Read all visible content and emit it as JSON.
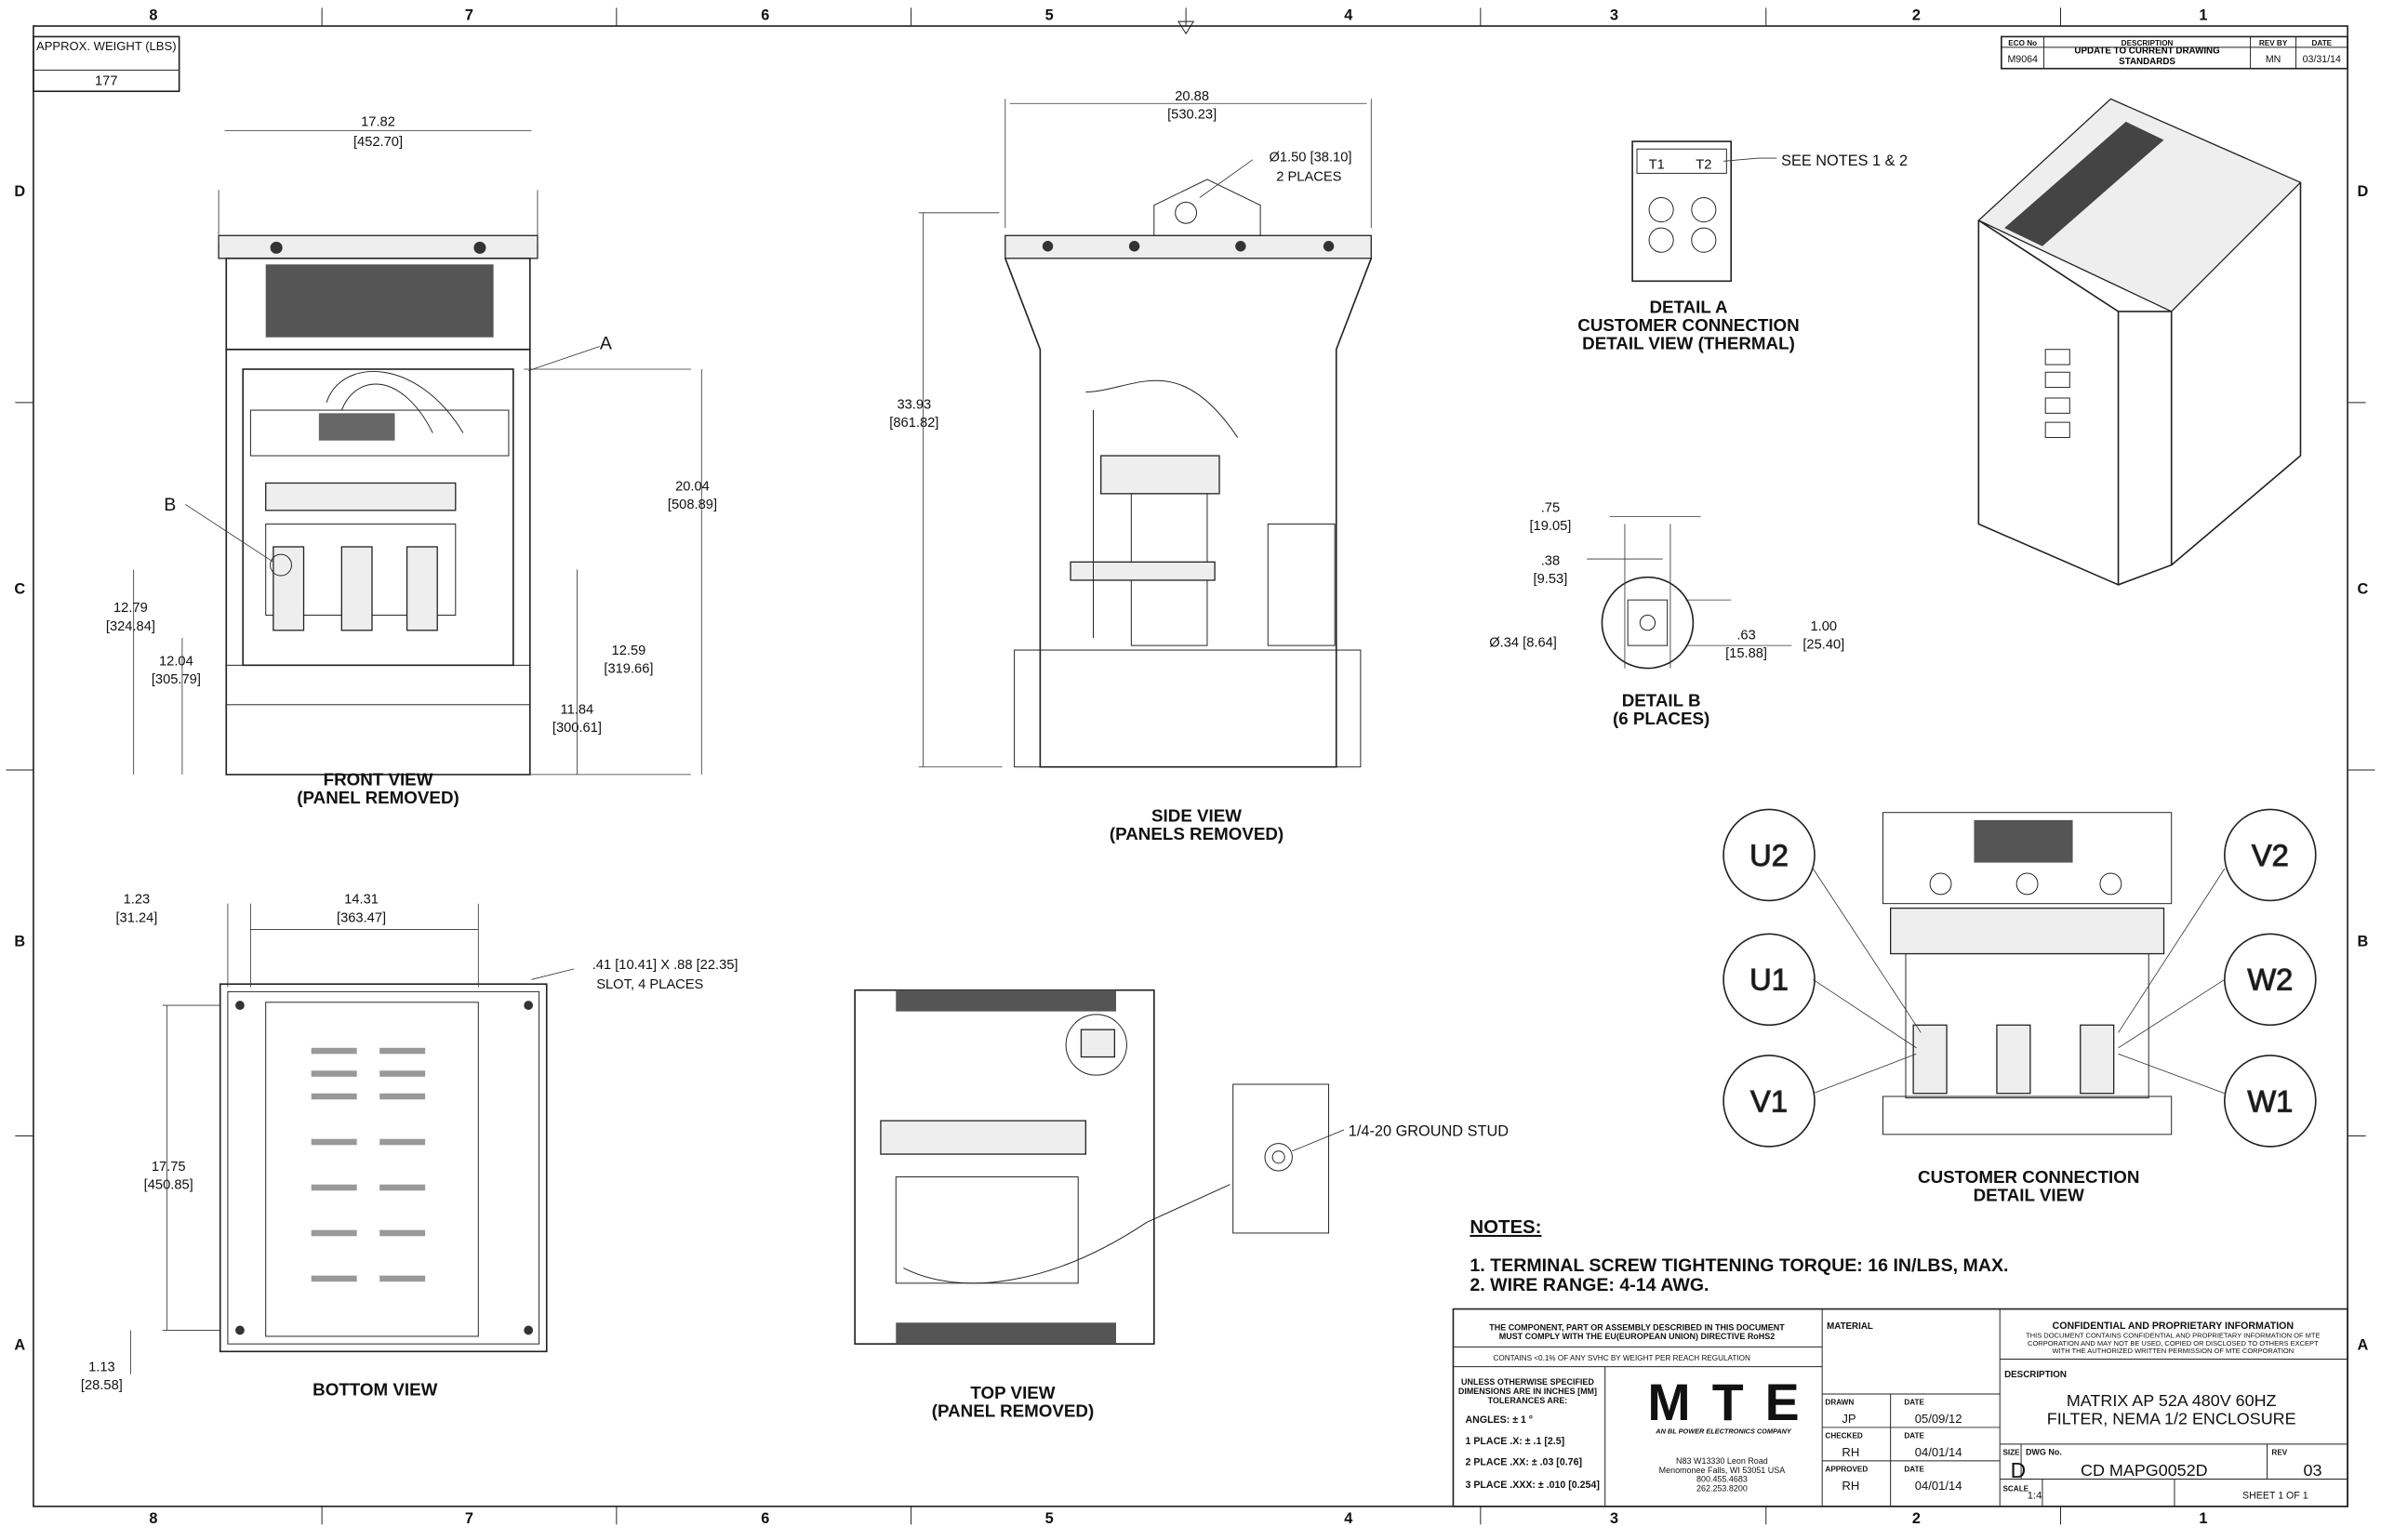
{
  "zones": {
    "cols": [
      "8",
      "7",
      "6",
      "5",
      "4",
      "3",
      "2",
      "1"
    ],
    "rows": [
      "D",
      "C",
      "B",
      "A"
    ]
  },
  "weight": {
    "label": "APPROX. WEIGHT (LBS)",
    "value": "177"
  },
  "revision": {
    "headers": [
      "ECO No",
      "DESCRIPTION",
      "REV BY",
      "DATE"
    ],
    "row": [
      "M9064",
      "UPDATE TO CURRENT DRAWING STANDARDS",
      "MN",
      "03/31/14"
    ]
  },
  "front_view": {
    "title": "FRONT VIEW",
    "subtitle": "(PANEL REMOVED)",
    "callout_a": "A",
    "callout_b": "B",
    "dims": [
      "17.82",
      "[452.70]",
      "20.04",
      "[508.89]",
      "12.79",
      "[324.84]",
      "12.04",
      "[305.79]",
      "12.59",
      "[319.66]",
      "11.84",
      "[300.61]"
    ]
  },
  "side_view": {
    "title": "SIDE VIEW",
    "subtitle": "(PANELS REMOVED)",
    "dims": [
      "20.88",
      "[530.23]",
      "33.93",
      "[861.82]",
      "Ø1.50 [38.10]",
      "2 PLACES"
    ]
  },
  "detail_a": {
    "lines": [
      "DETAIL A",
      "CUSTOMER CONNECTION",
      "DETAIL VIEW (THERMAL)"
    ],
    "t1": "T1",
    "t2": "T2",
    "note": "SEE NOTES 1 & 2"
  },
  "detail_b": {
    "lines": [
      "DETAIL B",
      "(6 PLACES)"
    ],
    "dims": [
      ".75",
      "[19.05]",
      ".38",
      "[9.53]",
      "Ø.34 [8.64]",
      ".63",
      "[15.88]",
      "1.00",
      "[25.40]"
    ]
  },
  "bottom_view": {
    "title": "BOTTOM VIEW",
    "dims": [
      "1.23",
      "[31.24]",
      "14.31",
      "[363.47]",
      ".41 [10.41] X .88 [22.35]",
      "SLOT, 4 PLACES",
      "17.75",
      "[450.85]",
      "1.13",
      "[28.58]"
    ]
  },
  "top_view": {
    "title": "TOP VIEW",
    "subtitle": "(PANEL REMOVED)",
    "ground_stud": "1/4-20 GROUND STUD"
  },
  "customer_connection": {
    "title": "CUSTOMER CONNECTION",
    "subtitle": "DETAIL VIEW",
    "terminals": [
      "U2",
      "U1",
      "V1",
      "V2",
      "W2",
      "W1"
    ]
  },
  "notes": {
    "title": "NOTES:",
    "items": [
      "1.  TERMINAL SCREW TIGHTENING TORQUE: 16 IN/LBS, MAX.",
      "2.  WIRE RANGE: 4-14 AWG."
    ]
  },
  "title_block": {
    "rohs": [
      "THE COMPONENT, PART OR ASSEMBLY DESCRIBED IN THIS DOCUMENT",
      "MUST COMPLY WITH THE EU(EUROPEAN UNION) DIRECTIVE RoHS2"
    ],
    "reach": "CONTAINS <0.1% OF ANY SVHC BY WEIGHT PER REACH REGULATION",
    "tolerances": [
      "UNLESS OTHERWISE SPECIFIED",
      "DIMENSIONS ARE IN INCHES [MM]",
      "TOLERANCES ARE:"
    ],
    "tol_lines": [
      "ANGLES: ± 1 °",
      "1 PLACE .X: ± .1 [2.5]",
      "2 PLACE .XX: ± .03 [0.76]",
      "3 PLACE .XXX: ± .010 [0.254]"
    ],
    "logo": "MTE",
    "logo_sub": "AN BL POWER ELECTRONICS COMPANY",
    "address": [
      "N83 W13330 Leon Road",
      "Menomonee Falls, WI 53051 USA",
      "800.455.4683",
      "262.253.8200"
    ],
    "material_label": "MATERIAL",
    "drawn_label": "DRAWN",
    "drawn": "JP",
    "drawn_date": "05/09/12",
    "checked_label": "CHECKED",
    "checked": "RH",
    "checked_date": "04/01/14",
    "approved_label": "APPROVED",
    "approved": "RH",
    "approved_date": "04/01/14",
    "date_label": "DATE",
    "confidential_title": "CONFIDENTIAL AND PROPRIETARY INFORMATION",
    "confidential": [
      "THIS DOCUMENT CONTAINS CONFIDENTIAL AND PROPRIETARY INFORMATION OF MTE",
      "CORPORATION AND MAY NOT BE USED, COPIED OR DISCLOSED TO OTHERS EXCEPT",
      "WITH THE AUTHORIZED WRITTEN PERMISSION OF MTE CORPORATION"
    ],
    "description_label": "DESCRIPTION",
    "description": [
      "MATRIX AP 52A 480V 60HZ",
      "FILTER, NEMA 1/2 ENCLOSURE"
    ],
    "size_label": "SIZE",
    "size": "D",
    "dwg_label": "DWG No.",
    "dwg": "CD MAPG0052D",
    "rev_label": "REV",
    "rev": "03",
    "scale_label": "SCALE",
    "scale": "1:4",
    "sheet": "SHEET 1  OF 1"
  }
}
